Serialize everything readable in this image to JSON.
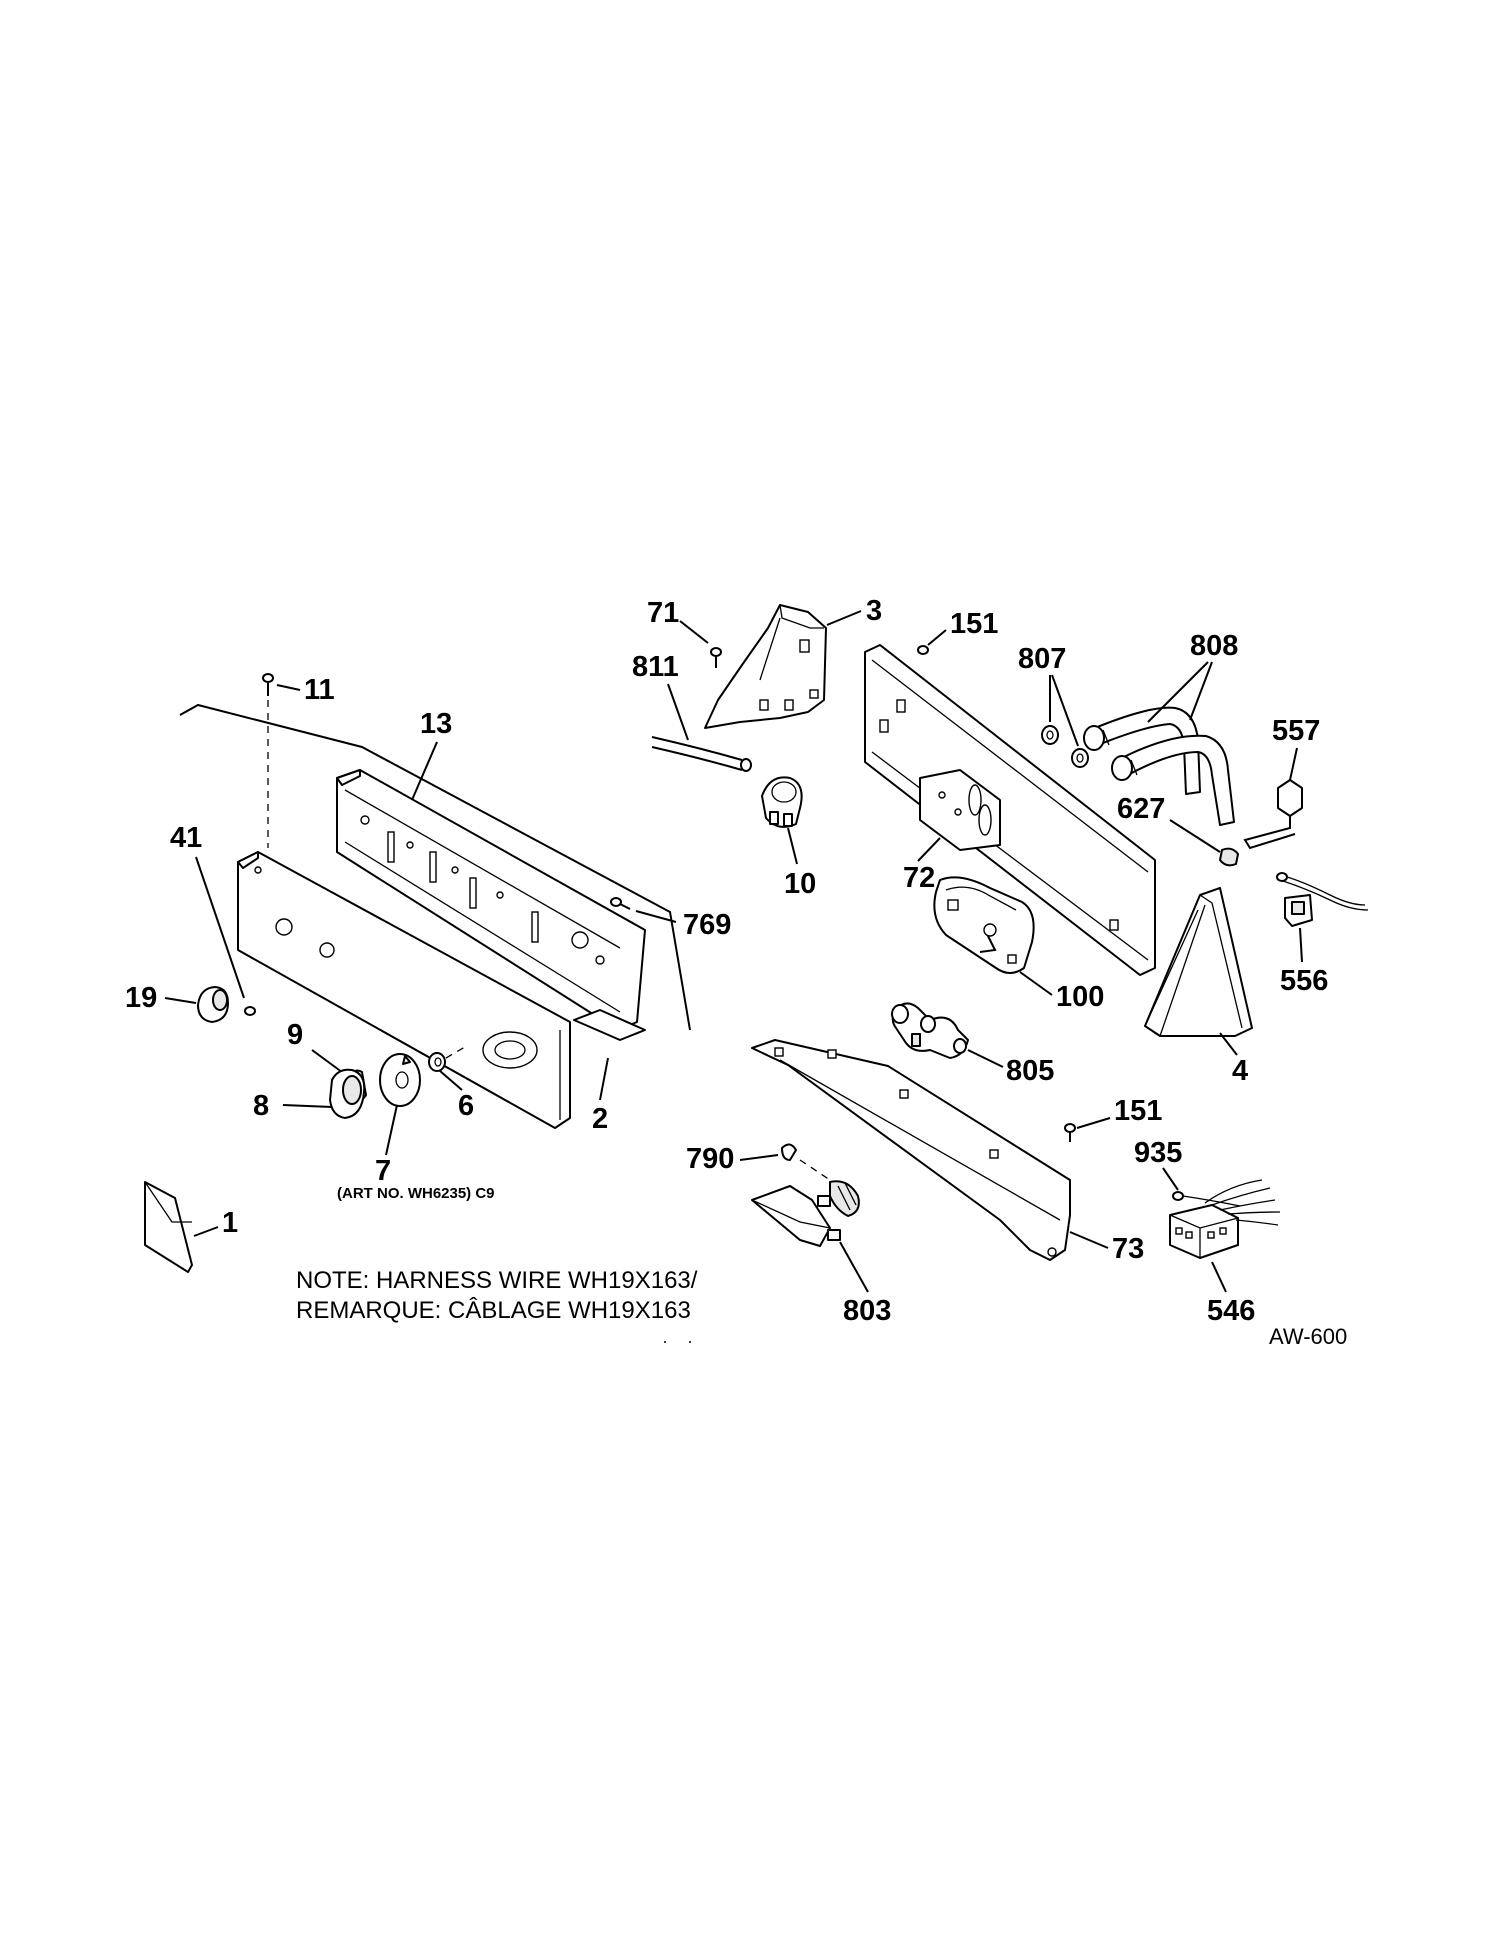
{
  "diagram": {
    "callouts": {
      "c1": "1",
      "c2": "2",
      "c3": "3",
      "c4": "4",
      "c6": "6",
      "c7": "7",
      "c8": "8",
      "c9": "9",
      "c10": "10",
      "c11": "11",
      "c13": "13",
      "c19": "19",
      "c41": "41",
      "c71": "71",
      "c72": "72",
      "c73": "73",
      "c100": "100",
      "c151a": "151",
      "c151b": "151",
      "c546": "546",
      "c556": "556",
      "c557": "557",
      "c627": "627",
      "c769": "769",
      "c790": "790",
      "c803": "803",
      "c805": "805",
      "c807": "807",
      "c808": "808",
      "c811": "811",
      "c935": "935"
    },
    "art_number": "(ART NO. WH6235) C9",
    "note_line1": "NOTE: HARNESS WIRE WH19X163/",
    "note_line2": "REMARQUE: CÂBLAGE WH19X163",
    "drawing_code": "AW-600"
  }
}
